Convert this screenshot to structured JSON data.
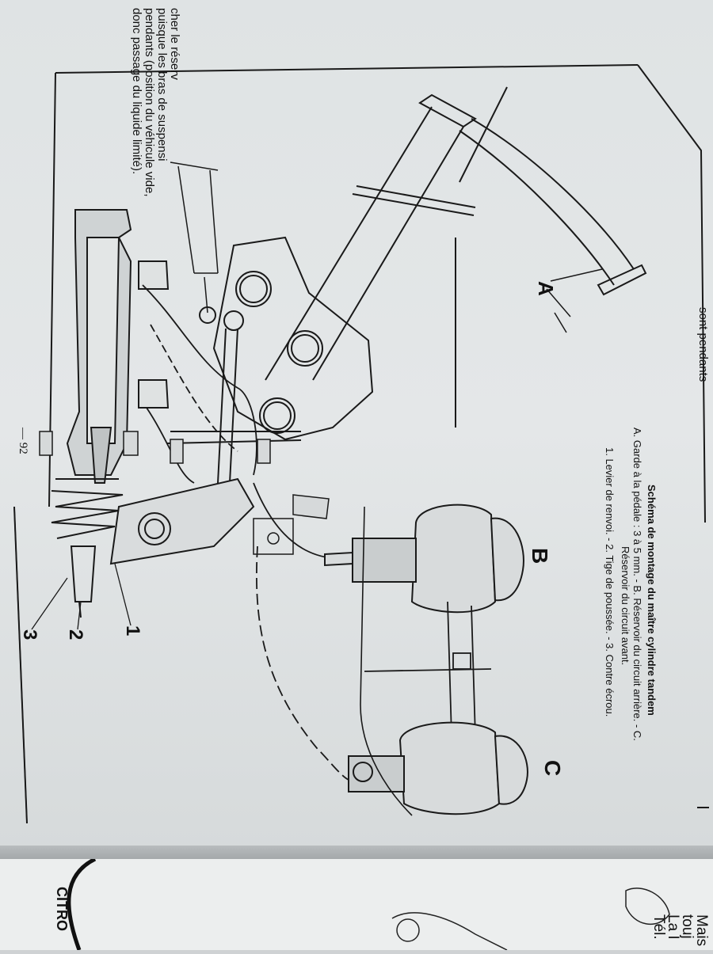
{
  "top_text": {
    "lines": [
      "cher le réserv",
      "puisque les bras de suspensi",
      "pendants (position du véhicule vide,",
      "donc passage du liquide limité)."
    ],
    "right_fragment": "sont pendants"
  },
  "caption": {
    "title": "Schéma de montage du maître cylindre tandem",
    "line1": "A. Garde à la pédale : 3 à 5 mm. - B. Réservoir du circuit arrière. - C.",
    "line2": "Réservoir du circuit avant.",
    "line3": "1. Levier de renvoi. - 2. Tige de poussée. - 3. Contre écrou."
  },
  "labels": {
    "A": "A",
    "B": "B",
    "C": "C",
    "n1": "1",
    "n2": "2",
    "n3": "3"
  },
  "page_number": "— 92",
  "next_page": {
    "brand": "CITRO",
    "lines": [
      "Mais",
      "touj",
      "La I",
      "Tél."
    ]
  }
}
